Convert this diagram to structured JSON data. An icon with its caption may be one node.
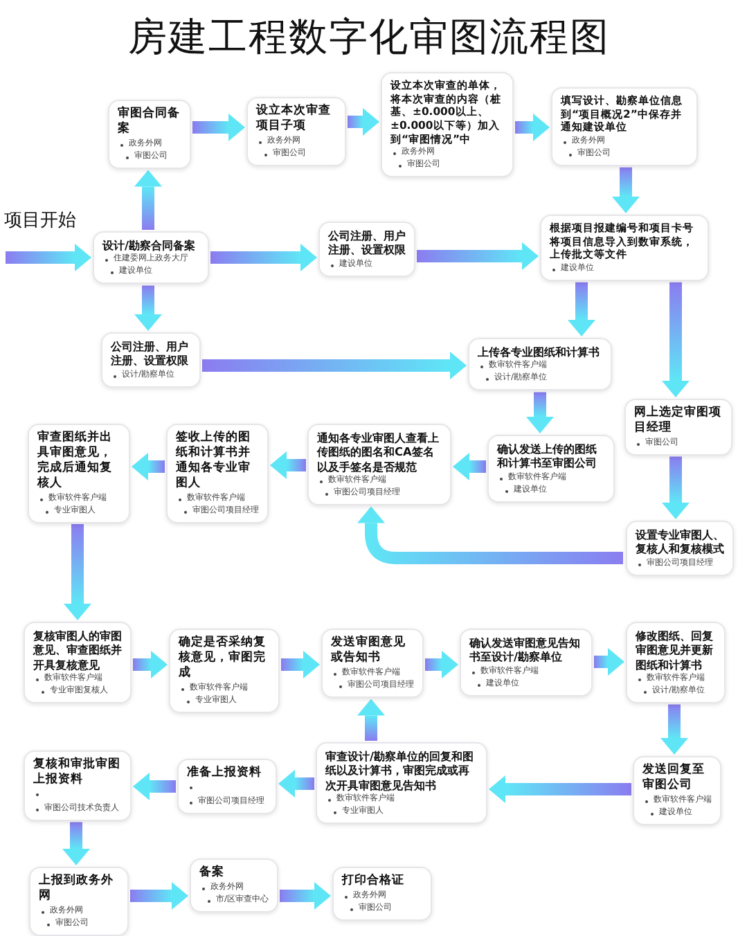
{
  "diagram": {
    "title": "房建工程数字化审图流程图",
    "nodes": [
      {
        "text": [
          "项目开始"
        ]
      },
      {
        "text": [
          "审图合同备案",
          "政务外网",
          "审图公司"
        ]
      },
      {
        "text": [
          "设立本次审查项目子项",
          "政务外网",
          "审图公司"
        ]
      },
      {
        "text": [
          "设立本次审查的单体，将本次审查的内容（桩基、±0.000以上、±0.000以下等）加入到“审图情况”中",
          "政务外网",
          "审图公司"
        ]
      },
      {
        "text": [
          "填写设计、勘察单位信息到“项目概况2”中保存并通知建设单位",
          "政务外网",
          "审图公司"
        ]
      },
      {
        "text": [
          "设计/勘察合同备案",
          "住建委网上政务大厅",
          "建设单位"
        ]
      },
      {
        "text": [
          "公司注册、用户注册、设置权限",
          "建设单位"
        ]
      },
      {
        "text": [
          "根据项目报建编号和项目卡号将项目信息导入到数审系统，上传批文等文件",
          "建设单位"
        ]
      },
      {
        "text": [
          "公司注册、用户注册、设置权限",
          "设计/勘察单位"
        ]
      },
      {
        "text": [
          "上传各专业图纸和计算书",
          "数审软件客户端",
          "设计/勘察单位"
        ]
      },
      {
        "text": [
          "网上选定审图项目经理",
          "审图公司"
        ]
      },
      {
        "text": [
          "确认发送上传的图纸和计算书至审图公司",
          "数审软件客户端",
          "建设单位"
        ]
      },
      {
        "text": [
          "通知各专业审图人查看上传图纸的图名和CA签名以及手签名是否规范",
          "数审软件客户端",
          "审图公司项目经理"
        ]
      },
      {
        "text": [
          "签收上传的图纸和计算书并通知各专业审图人",
          "数审软件客户端",
          "审图公司项目经理"
        ]
      },
      {
        "text": [
          "审查图纸并出具审图意见，完成后通知复核人",
          "数审软件客户端",
          "专业审图人"
        ]
      },
      {
        "text": [
          "设置专业审图人、复核人和复核模式",
          "审图公司项目经理"
        ]
      },
      {
        "text": [
          "复核审图人的审图意见、审查图纸并开具复核意见",
          "数审软件客户端",
          "专业审图复核人"
        ]
      },
      {
        "text": [
          "确定是否采纳复核意见，审图完成",
          "数审软件客户端",
          "专业审图人"
        ]
      },
      {
        "text": [
          "发送审图意见或告知书",
          "数审软件客户端",
          "审图公司项目经理"
        ]
      },
      {
        "text": [
          "确认发送审图意见告知书至设计/勘察单位",
          "数审软件客户端",
          "建设单位"
        ]
      },
      {
        "text": [
          "修改图纸、回复审图意见并更新图纸和计算书",
          "数审软件客户端",
          "设计/勘察单位"
        ]
      },
      {
        "text": [
          "复核和审批审图上报资料",
          "审图公司技术负责人"
        ]
      },
      {
        "text": [
          "准备上报资料",
          "审图公司项目经理"
        ]
      },
      {
        "text": [
          "审查设计/勘察单位的回复和图纸以及计算书，审图完成或再次开具审图意见告知书",
          "数审软件客户端",
          "专业审图人"
        ]
      },
      {
        "text": [
          "发送回复至审图公司",
          "数审软件客户端",
          "建设单位"
        ]
      },
      {
        "text": [
          "上报到政务外网",
          "政务外网",
          "审图公司"
        ]
      },
      {
        "text": [
          "备案",
          "政务外网",
          "市/区审查中心"
        ]
      },
      {
        "text": [
          "打印合格证",
          "政务外网",
          "审图公司"
        ]
      }
    ],
    "edges": [
      {
        "from": 0,
        "to": 5,
        "arrow": "to"
      },
      {
        "from": 5,
        "to": 1,
        "arrow": "to"
      },
      {
        "from": 1,
        "to": 2,
        "arrow": "to"
      },
      {
        "from": 2,
        "to": 3,
        "arrow": "to"
      },
      {
        "from": 3,
        "to": 4,
        "arrow": "to"
      },
      {
        "from": 4,
        "to": 7,
        "arrow": "to"
      },
      {
        "from": 5,
        "to": 6,
        "arrow": "to"
      },
      {
        "from": 6,
        "to": 7,
        "arrow": "to"
      },
      {
        "from": 5,
        "to": 8,
        "arrow": "to"
      },
      {
        "from": 8,
        "to": 9,
        "arrow": "to"
      },
      {
        "from": 7,
        "to": 9,
        "arrow": "to"
      },
      {
        "from": 7,
        "to": 10,
        "arrow": "to"
      },
      {
        "from": 9,
        "to": 11,
        "arrow": "to"
      },
      {
        "from": 11,
        "to": 12,
        "arrow": "to"
      },
      {
        "from": 12,
        "to": 13,
        "arrow": "to"
      },
      {
        "from": 13,
        "to": 14,
        "arrow": "to"
      },
      {
        "from": 10,
        "to": 15,
        "arrow": "to"
      },
      {
        "from": 15,
        "to": 12,
        "arrow": "to"
      },
      {
        "from": 14,
        "to": 16,
        "arrow": "to"
      },
      {
        "from": 16,
        "to": 17,
        "arrow": "to"
      },
      {
        "from": 17,
        "to": 18,
        "arrow": "to"
      },
      {
        "from": 18,
        "to": 19,
        "arrow": "to"
      },
      {
        "from": 19,
        "to": 20,
        "arrow": "to"
      },
      {
        "from": 20,
        "to": 24,
        "arrow": "to"
      },
      {
        "from": 24,
        "to": 23,
        "arrow": "to"
      },
      {
        "from": 23,
        "to": 18,
        "arrow": "to"
      },
      {
        "from": 23,
        "to": 22,
        "arrow": "to"
      },
      {
        "from": 22,
        "to": 21,
        "arrow": "to"
      },
      {
        "from": 21,
        "to": 25,
        "arrow": "to"
      },
      {
        "from": 25,
        "to": 26,
        "arrow": "to"
      },
      {
        "from": 26,
        "to": 27,
        "arrow": "to"
      }
    ]
  }
}
